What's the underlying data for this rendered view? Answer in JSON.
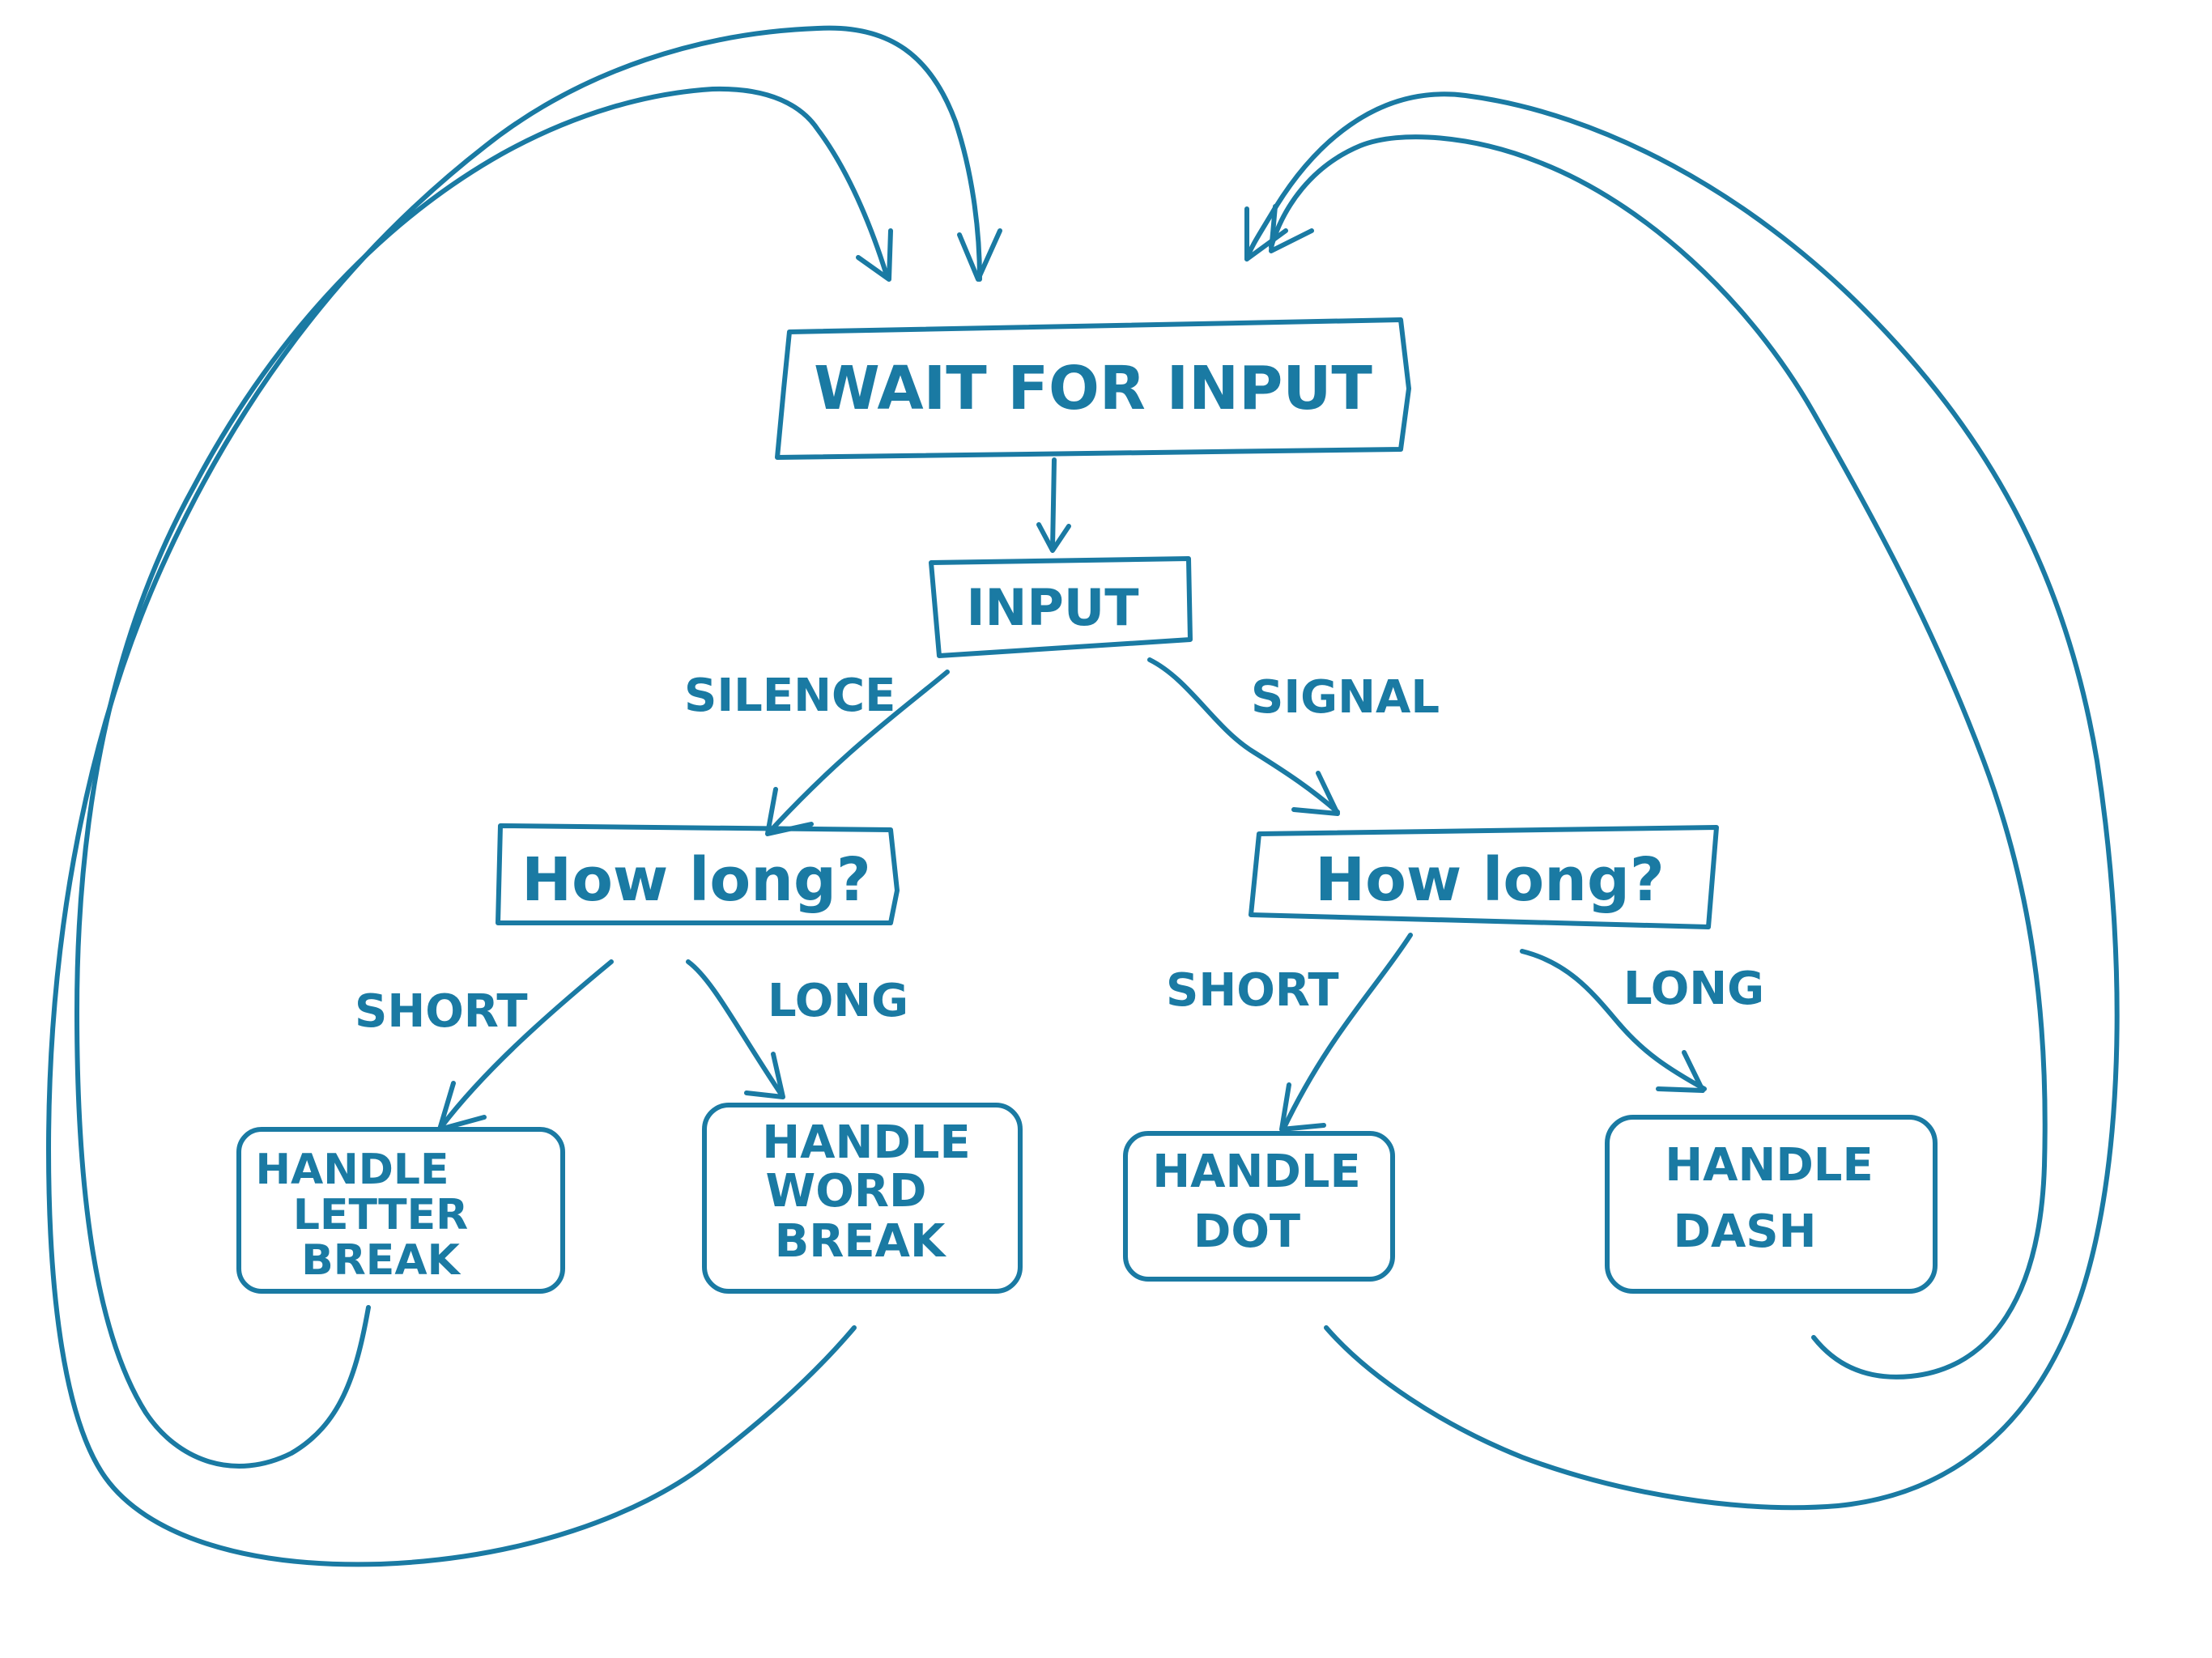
{
  "nodes": {
    "wait": "WAIT FOR INPUT",
    "input": "INPUT",
    "how_long_silence": "How long?",
    "how_long_signal": "How long?",
    "letter_break": [
      "HANDLE",
      "LETTER",
      "BREAK"
    ],
    "word_break": [
      "HANDLE",
      "WORD",
      "BREAK"
    ],
    "dot": [
      "HANDLE",
      "DOT"
    ],
    "dash": [
      "HANDLE",
      "DASH"
    ]
  },
  "edges": {
    "silence": "SILENCE",
    "signal": "SIGNAL",
    "short_left": "SHORT",
    "long_left": "LONG",
    "short_right": "SHORT",
    "long_right": "LONG"
  },
  "colors": {
    "ink": "#1a7aa3",
    "background": "#ffffff"
  }
}
